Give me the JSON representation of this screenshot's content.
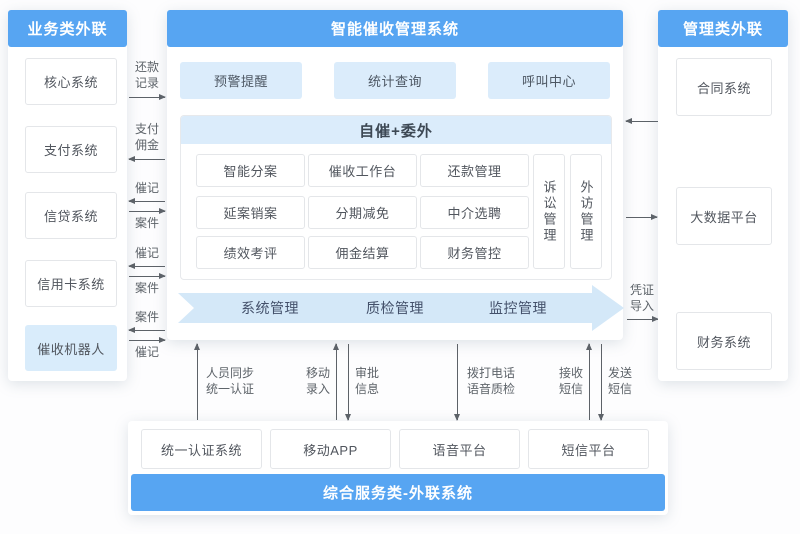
{
  "diagram": {
    "left_panel": {
      "title": "业务类外联",
      "items": [
        "核心系统",
        "支付系统",
        "信贷系统",
        "信用卡系统",
        "催收机器人"
      ]
    },
    "center_panel": {
      "title": "智能催收管理系统",
      "top_modules": [
        "预警提醒",
        "统计查询",
        "呼叫中心"
      ],
      "core_section": {
        "title": "自催+委外",
        "modules": [
          [
            "智能分案",
            "催收工作台",
            "还款管理"
          ],
          [
            "延案销案",
            "分期减免",
            "中介选聘"
          ],
          [
            "绩效考评",
            "佣金结算",
            "财务管控"
          ]
        ],
        "vertical_modules": [
          "诉讼管理",
          "外访管理"
        ]
      },
      "flow_arrow_labels": [
        "系统管理",
        "质检管理",
        "监控管理"
      ]
    },
    "right_panel": {
      "title": "管理类外联",
      "items": [
        "合同系统",
        "大数据平台",
        "财务系统"
      ]
    },
    "bottom_panel": {
      "title": "综合服务类-外联系统",
      "items": [
        "统一认证系统",
        "移动APP",
        "语音平台",
        "短信平台"
      ]
    },
    "left_connectors": {
      "core_out": "还款记录",
      "payment_in": "支付佣金",
      "credit_top": "催记",
      "credit_bottom": "案件",
      "creditcard_top": "催记",
      "creditcard_bottom": "案件",
      "robot_top": "案件",
      "robot_bottom": "催记"
    },
    "right_connectors": {
      "voucher_label": "凭证导入"
    },
    "bottom_connectors": {
      "auth_label": "人员同步统一认证",
      "mobile_up_label": "移动录入",
      "mobile_down_label": "审批信息",
      "voice_label": "拨打电话语音质检",
      "sms_up_label": "接收短信",
      "sms_down_label": "发送短信"
    },
    "colors": {
      "header_blue": "#57a5f2",
      "light_blue": "#dbecfb",
      "flow_arrow_blue": "#d4e8f8",
      "line_gray": "#5d6268"
    }
  }
}
